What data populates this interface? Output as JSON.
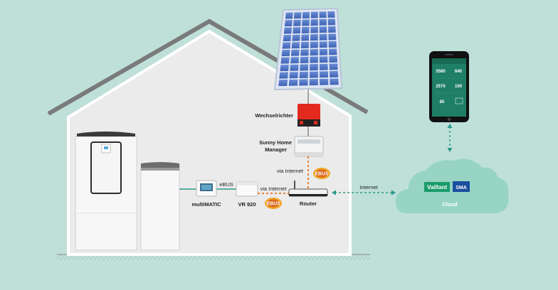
{
  "colors": {
    "background": "#bfe0d8",
    "house_wall": "#ebebeb",
    "roof": "#777777",
    "link_teal": "#2a9a8a",
    "link_orange": "#e8731a",
    "inverter_red": "#e02020",
    "cloud": "#8fd1c0",
    "vaillant_green": "#1a9b6b",
    "sma_blue": "#1b4fa0",
    "phone_screen": "#1f7f66"
  },
  "labels": {
    "inverter": "Wechselrichter",
    "home_manager_line1": "Sunny Home",
    "home_manager_line2": "Manager",
    "via_internet_top": "via Internet",
    "via_internet_mid": "via Internet",
    "ebus_link": "eBUS",
    "multimatic": "multiMATIC",
    "vr920": "VR 920",
    "router": "Router",
    "internet": "Internet",
    "cloud": "Cloud",
    "ebus_logo_top": "EBUS",
    "ebus_logo_bottom": "EBUS"
  },
  "logos": {
    "vaillant": "Vaillant",
    "sma": "SMA"
  },
  "icons": {
    "solar_panel": "solar-panel-icon",
    "inverter": "inverter-icon",
    "home_manager": "energy-meter-icon",
    "router": "router-icon",
    "cloud": "cloud-icon",
    "smartphone": "smartphone-icon",
    "heat_pump": "heat-pump-icon",
    "storage": "storage-tank-icon"
  },
  "phone": {
    "values": [
      "5580",
      "640",
      "2570",
      "100",
      "85"
    ]
  }
}
